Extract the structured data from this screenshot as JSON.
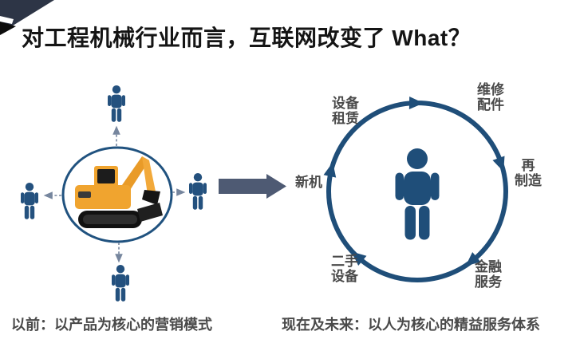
{
  "slide": {
    "title": "对工程机械行业而言，互联网改变了 What？",
    "colors": {
      "navy_accent": "#1f4e79",
      "person_blue": "#24517e",
      "transition_arrow_slate": "#4e5a73",
      "corner_navy": "#2d3546",
      "title_black": "#151515",
      "label_gray": "#4a4a4a",
      "excavator_yellow": "#f0a42f",
      "dashed_arrow_gray": "#76869e"
    },
    "icons": [
      "person-icon",
      "excavator-icon",
      "right-arrow-icon",
      "cycle-arrowhead-icon",
      "corner-banner-icon"
    ],
    "before": {
      "caption": "以前：以产品为核心的营销模式"
    },
    "after": {
      "caption": "现在及未来：以人为核心的精益服务体系",
      "ring_labels": [
        {
          "id": "equipment-rental",
          "text": "设备\n租赁"
        },
        {
          "id": "repair-parts",
          "text": "维修\n配件"
        },
        {
          "id": "remanufacture",
          "text": "再\n制造"
        },
        {
          "id": "financial-service",
          "text": "金融\n服务"
        },
        {
          "id": "used-equipment",
          "text": "二手\n设备"
        },
        {
          "id": "new-machine",
          "text": "新机"
        }
      ]
    }
  }
}
